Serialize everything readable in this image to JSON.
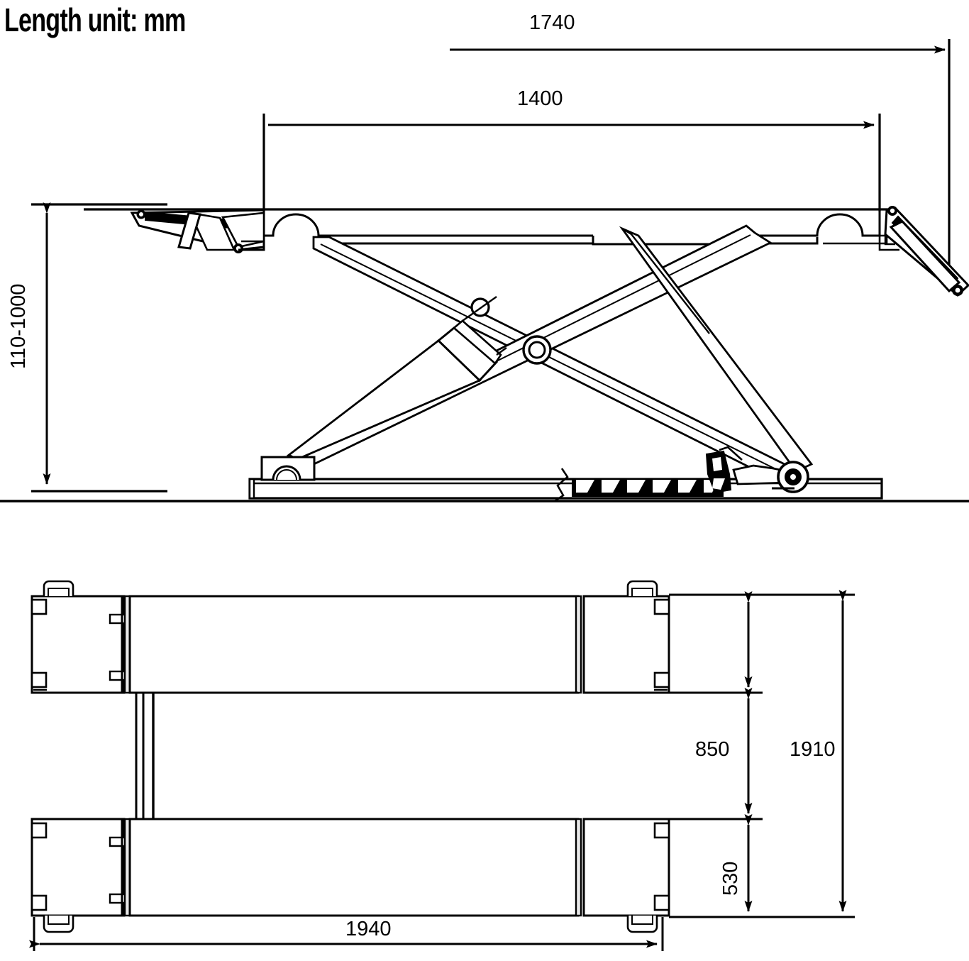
{
  "drawing": {
    "title": "Length unit: mm",
    "units": "mm",
    "type": "scissor-lift-technical-drawing",
    "views": [
      {
        "name": "side-elevation-view",
        "position": "top"
      },
      {
        "name": "plan-top-view",
        "position": "bottom"
      }
    ]
  },
  "dimensions": {
    "overall_length_with_ramps": "1740",
    "platform_length": "1400",
    "lift_height_range": "110-1000",
    "overall_width": "1910",
    "platform_inner_spacing": "850",
    "platform_width": "530",
    "base_length": "1940"
  },
  "labels": {
    "dim_1740": "1740",
    "dim_1400": "1400",
    "dim_110_1000": "110-1000",
    "dim_1910": "1910",
    "dim_850": "850",
    "dim_530": "530",
    "dim_1940": "1940"
  },
  "colors": {
    "line": "#000000",
    "background": "#ffffff",
    "fill": "#ffffff"
  }
}
